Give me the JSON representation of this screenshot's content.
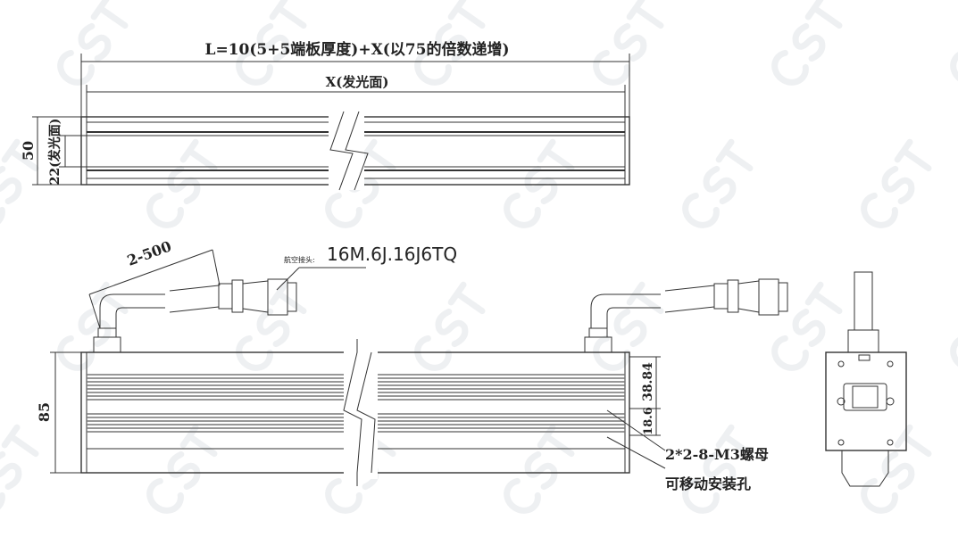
{
  "title_dim": "L=10(5+5端板厚度)+X(以75的倍数递增)",
  "x_dim": "X(发光面)",
  "height_dim": "50",
  "emit_dim": "22(发光面)",
  "cable_dim": "2-500",
  "connector_label_prefix": "航空接头:",
  "connector_model": "16M.6J.16J6TQ",
  "body_height_dim": "85",
  "dim_38": "38.84",
  "dim_18": "18.6",
  "nut_label": "2*2-8-M3螺母",
  "mount_label": "可移动安装孔",
  "watermark": "CST"
}
